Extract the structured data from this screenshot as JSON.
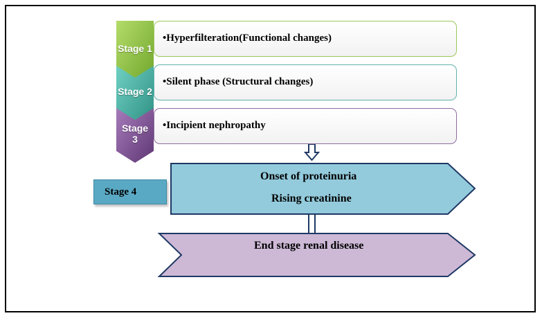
{
  "stages": [
    {
      "label": "Stage 1",
      "text": "•Hyperfilteration(Functional changes)",
      "color": "#8fc53a"
    },
    {
      "label": "Stage 2",
      "text": "•Silent phase (Structural  changes)",
      "color": "#3aa99a"
    },
    {
      "label_line1": "Stage",
      "label_line2": "3",
      "text": "•Incipient nephropathy",
      "color": "#7b4e8f"
    }
  ],
  "stage4": {
    "label": "Stage 4",
    "line1": "Onset of proteinuria",
    "line2": "Rising creatinine",
    "color": "#93cbdc"
  },
  "final": {
    "text": "End stage renal disease",
    "color": "#cdb9d6"
  },
  "colors": {
    "arrow_outline": "#1f3864",
    "box_border_1": "#9bc75a",
    "box_border_2": "#5fb2ab",
    "box_border_3": "#8e6ba1"
  }
}
